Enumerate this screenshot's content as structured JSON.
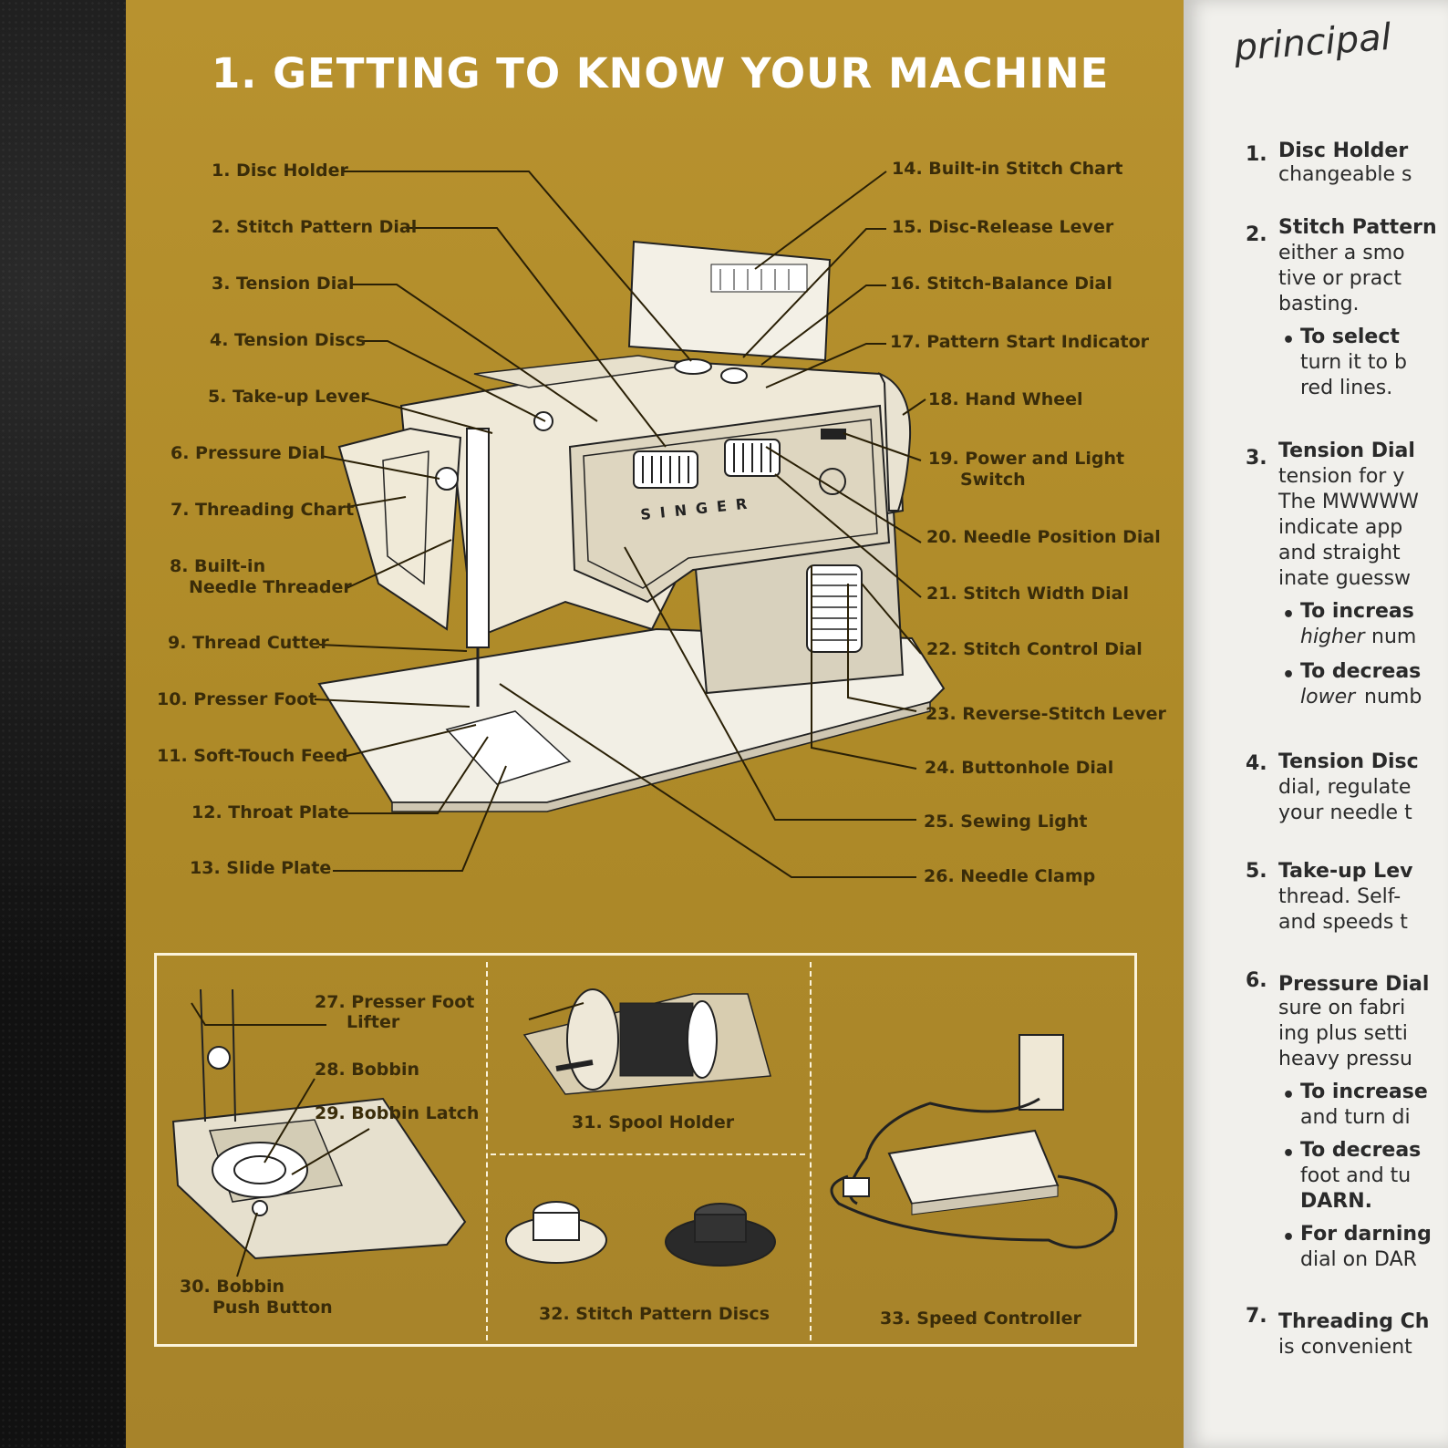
{
  "heading": "1. GETTING TO KNOW YOUR MACHINE",
  "left_labels": [
    "1. Disc Holder",
    "2. Stitch Pattern Dial",
    "3. Tension Dial",
    "4. Tension Discs",
    "5. Take-up Lever",
    "6. Pressure Dial",
    "7. Threading Chart",
    "8. Built-in",
    "Needle Threader",
    "9. Thread Cutter",
    "10. Presser Foot",
    "11. Soft-Touch Feed",
    "12. Throat Plate",
    "13. Slide Plate"
  ],
  "right_labels": [
    "14. Built-in Stitch Chart",
    "15. Disc-Release Lever",
    "16. Stitch-Balance Dial",
    "17. Pattern Start Indicator",
    "18. Hand Wheel",
    "19. Power and Light",
    "Switch",
    "20. Needle Position Dial",
    "21. Stitch Width Dial",
    "22. Stitch Control Dial",
    "23. Reverse-Stitch Lever",
    "24. Buttonhole Dial",
    "25. Sewing Light",
    "26. Needle Clamp"
  ],
  "machine_brand": "SINGER",
  "inset_labels": {
    "presser_foot_lifter": [
      "27. Presser Foot",
      "Lifter"
    ],
    "bobbin": "28. Bobbin",
    "bobbin_latch": "29. Bobbin Latch",
    "bobbin_push_button": [
      "30. Bobbin",
      "Push Button"
    ],
    "spool_holder": "31. Spool Holder",
    "stitch_pattern_discs": "32. Stitch Pattern Discs",
    "speed_controller": "33. Speed Controller"
  },
  "right_page": {
    "title": "principal",
    "items": [
      {
        "num": "1.",
        "title": "Disc Holder",
        "lines": [
          "changeable s"
        ]
      },
      {
        "num": "2.",
        "title": "Stitch Pattern",
        "lines": [
          "either a smo",
          "tive or pract",
          "basting."
        ],
        "bullets": [
          {
            "bold": "To select",
            "rest": [
              "turn it to b",
              "red lines."
            ]
          }
        ]
      },
      {
        "num": "3.",
        "title": "Tension Dial",
        "lines": [
          "tension for y",
          "The  MWWWW",
          "indicate app",
          "and straight",
          "inate guessw"
        ],
        "bullets": [
          {
            "bold": "To increas",
            "italic": "higher",
            "rest2": "num"
          },
          {
            "bold": "To decreas",
            "italic": "lower",
            "rest2": "numb"
          }
        ]
      },
      {
        "num": "4.",
        "title": "Tension Disc",
        "lines": [
          "dial, regulate",
          "your needle t"
        ]
      },
      {
        "num": "5.",
        "title": "Take-up  Lev",
        "lines": [
          "thread.  Self-",
          "and speeds t"
        ]
      },
      {
        "num": "6.",
        "title": "Pressure Dial",
        "lines": [
          "sure on fabri",
          "ing plus setti",
          "heavy pressu"
        ],
        "bullets": [
          {
            "bold": "To increase",
            "rest": [
              "and turn di"
            ]
          },
          {
            "bold": "To decreas",
            "rest": [
              "foot and tu",
              "DARN."
            ]
          },
          {
            "bold": "For darning",
            "rest": [
              "dial on DAR"
            ]
          }
        ]
      },
      {
        "num": "7.",
        "title": "Threading Ch",
        "lines": [
          "is convenient"
        ]
      }
    ]
  }
}
